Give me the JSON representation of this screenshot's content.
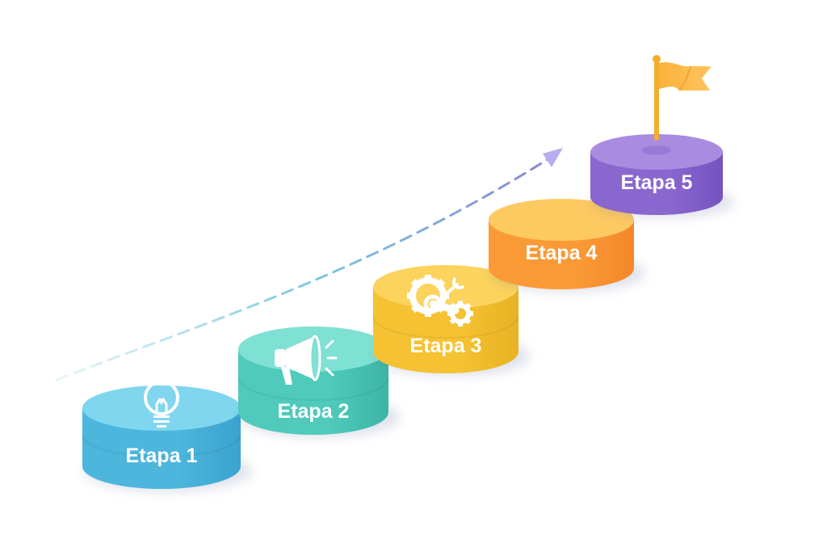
{
  "diagram": {
    "type": "ascending-steps",
    "arrow": {
      "style": "dashed",
      "color_start": "#d6eef8",
      "color_mid": "#7cc7e0",
      "color_end": "#b6aef0",
      "direction": "up-right"
    },
    "steps": [
      {
        "label": "Etapa 1",
        "icon": "lightbulb-icon",
        "colors": {
          "top": "#7fd6ee",
          "side": "#4db6dc",
          "side_dark": "#3aa3cf"
        }
      },
      {
        "label": "Etapa 2",
        "icon": "megaphone-icon",
        "colors": {
          "top": "#7fe0d4",
          "side": "#4fcabb",
          "side_dark": "#3cb5a6"
        }
      },
      {
        "label": "Etapa 3",
        "icon": "gear-wrench-icon",
        "colors": {
          "top": "#fcd35c",
          "side": "#f4c232",
          "side_dark": "#e8b224"
        }
      },
      {
        "label": "Etapa 4",
        "icon": "none",
        "colors": {
          "top": "#fdc961",
          "side": "#fa9a37",
          "side_dark": "#f3872a"
        }
      },
      {
        "label": "Etapa 5",
        "icon": "flag-icon",
        "colors": {
          "top": "#a98ce0",
          "side": "#8a67cf",
          "side_dark": "#7453c0"
        }
      }
    ],
    "flag_color": "#fbb23a"
  }
}
